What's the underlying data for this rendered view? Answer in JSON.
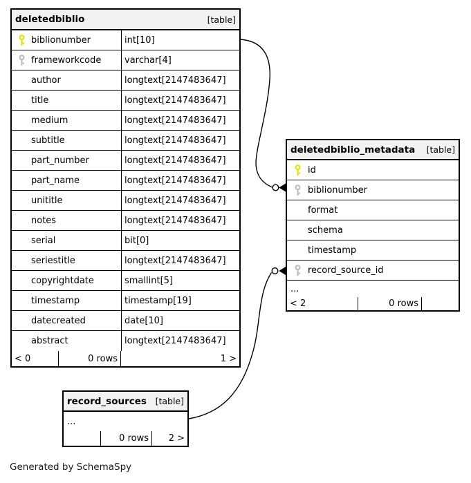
{
  "diagram": {
    "generated_by": "Generated by SchemaSpy"
  },
  "colors": {
    "primary_key_color": "#e8e000",
    "foreign_key_color": "#bdbdbd",
    "header_bg": "#f2f2f2",
    "border": "#000000"
  },
  "tables": [
    {
      "name": "deletedbiblio",
      "badge": "[table]",
      "columns": [
        {
          "name": "biblionumber",
          "type": "int[10]",
          "key": "primary"
        },
        {
          "name": "frameworkcode",
          "type": "varchar[4]",
          "key": "foreign"
        },
        {
          "name": "author",
          "type": "longtext[2147483647]"
        },
        {
          "name": "title",
          "type": "longtext[2147483647]"
        },
        {
          "name": "medium",
          "type": "longtext[2147483647]"
        },
        {
          "name": "subtitle",
          "type": "longtext[2147483647]"
        },
        {
          "name": "part_number",
          "type": "longtext[2147483647]"
        },
        {
          "name": "part_name",
          "type": "longtext[2147483647]"
        },
        {
          "name": "unititle",
          "type": "longtext[2147483647]"
        },
        {
          "name": "notes",
          "type": "longtext[2147483647]"
        },
        {
          "name": "serial",
          "type": "bit[0]"
        },
        {
          "name": "seriestitle",
          "type": "longtext[2147483647]"
        },
        {
          "name": "copyrightdate",
          "type": "smallint[5]"
        },
        {
          "name": "timestamp",
          "type": "timestamp[19]"
        },
        {
          "name": "datecreated",
          "type": "date[10]"
        },
        {
          "name": "abstract",
          "type": "longtext[2147483647]"
        }
      ],
      "footer": {
        "left": "< 0",
        "center": "0 rows",
        "right": "1 >"
      }
    },
    {
      "name": "deletedbiblio_metadata",
      "badge": "[table]",
      "columns": [
        {
          "name": "id",
          "key": "primary"
        },
        {
          "name": "biblionumber",
          "key": "foreign"
        },
        {
          "name": "format"
        },
        {
          "name": "schema"
        },
        {
          "name": "timestamp"
        },
        {
          "name": "record_source_id",
          "key": "foreign"
        },
        {
          "name": "...",
          "ellipsis": true
        }
      ],
      "footer": {
        "left": "< 2",
        "center": "0 rows",
        "right": ""
      }
    },
    {
      "name": "record_sources",
      "badge": "[table]",
      "columns": [
        {
          "name": "...",
          "ellipsis": true
        }
      ],
      "footer": {
        "left": "",
        "center": "0 rows",
        "right": "2 >"
      }
    }
  ],
  "relationships": [
    {
      "from": "deletedbiblio.biblionumber",
      "to": "deletedbiblio_metadata.biblionumber"
    },
    {
      "from": "record_sources",
      "to": "deletedbiblio_metadata.record_source_id"
    }
  ]
}
